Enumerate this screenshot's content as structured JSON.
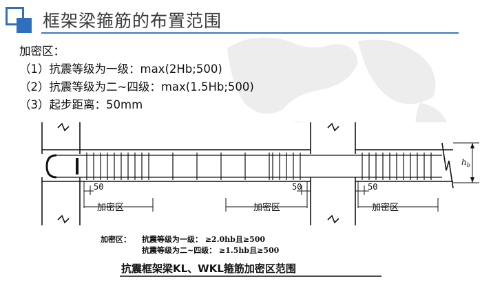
{
  "header": {
    "title": "框架梁箍筋的布置范围",
    "accent_color": "#2f6fbe"
  },
  "content": {
    "lines": [
      "加密区：",
      "（1）抗震等级为一级：max(2Hb;500)",
      "（2）抗震等级为二~四级：max(1.5Hb;500)",
      "（3）起步距离：50mm"
    ]
  },
  "figure": {
    "dims": {
      "d1": "50",
      "d2": "50",
      "d3": "50"
    },
    "zones": {
      "z1": "加密区",
      "z2": "加密区",
      "z3": "加密区"
    },
    "height_label_main": "h",
    "height_label_sub": "b",
    "note": {
      "prefix": "加密区：",
      "line1": "抗震等级为一级：  ≥2.0hb且≥500",
      "line2": "抗震等级为二~四级：  ≥1.5hb且≥500"
    },
    "caption": "抗震框架梁KL、WKL箍筋加密区范围"
  }
}
